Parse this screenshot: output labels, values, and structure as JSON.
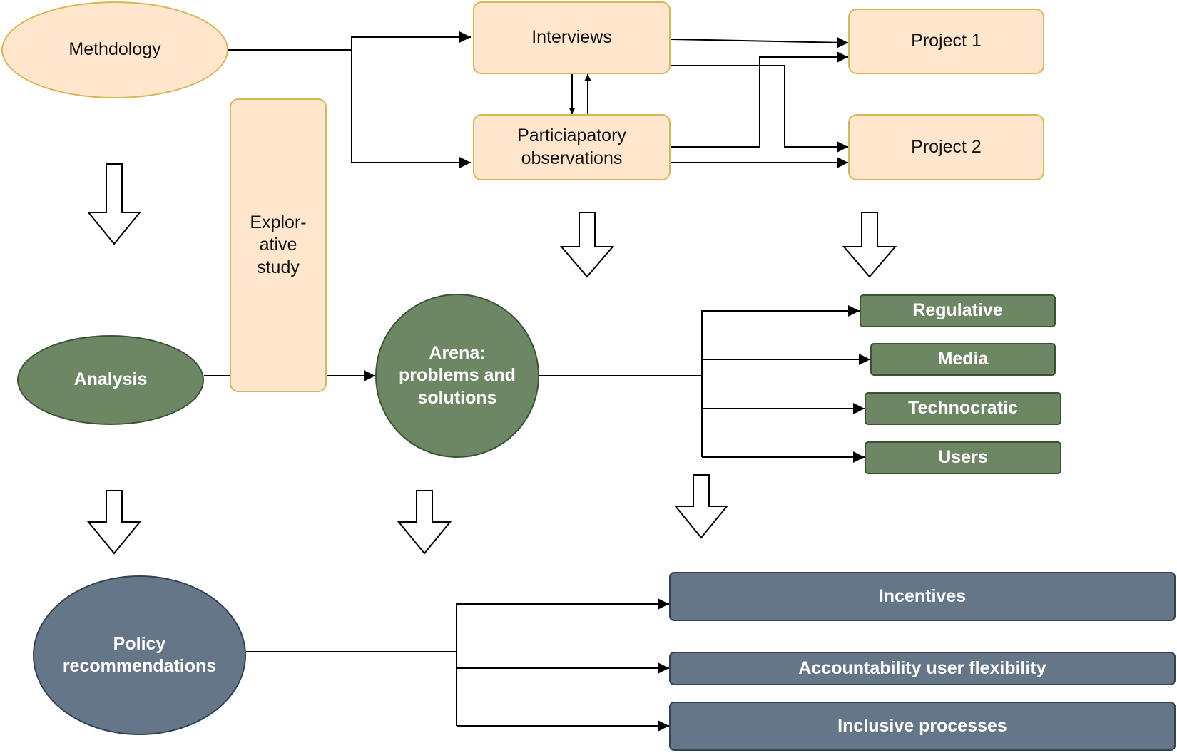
{
  "nodes": {
    "methodology": "Methdology",
    "interviews": "Interviews",
    "participatory": "Particiapatory\nobservations",
    "project1": "Project 1",
    "project2": "Project 2",
    "explorative": "Explor-\native\nstudy",
    "analysis": "Analysis",
    "arena": "Arena:\nproblems and\nsolutions",
    "regulative": "Regulative",
    "media": "Media",
    "technocratic": "Technocratic",
    "users": "Users",
    "policy": "Policy\nrecommendations",
    "incentives": "Incentives",
    "accountability": "Accountability user flexibility",
    "inclusive": "Inclusive processes"
  },
  "colors": {
    "peach_fill": "#ffe6cc",
    "peach_stroke": "#d6b656",
    "green_fill": "#6d8764",
    "green_stroke": "#3a5431",
    "slate_fill": "#647687",
    "slate_stroke": "#314354",
    "connector": "#000000"
  }
}
